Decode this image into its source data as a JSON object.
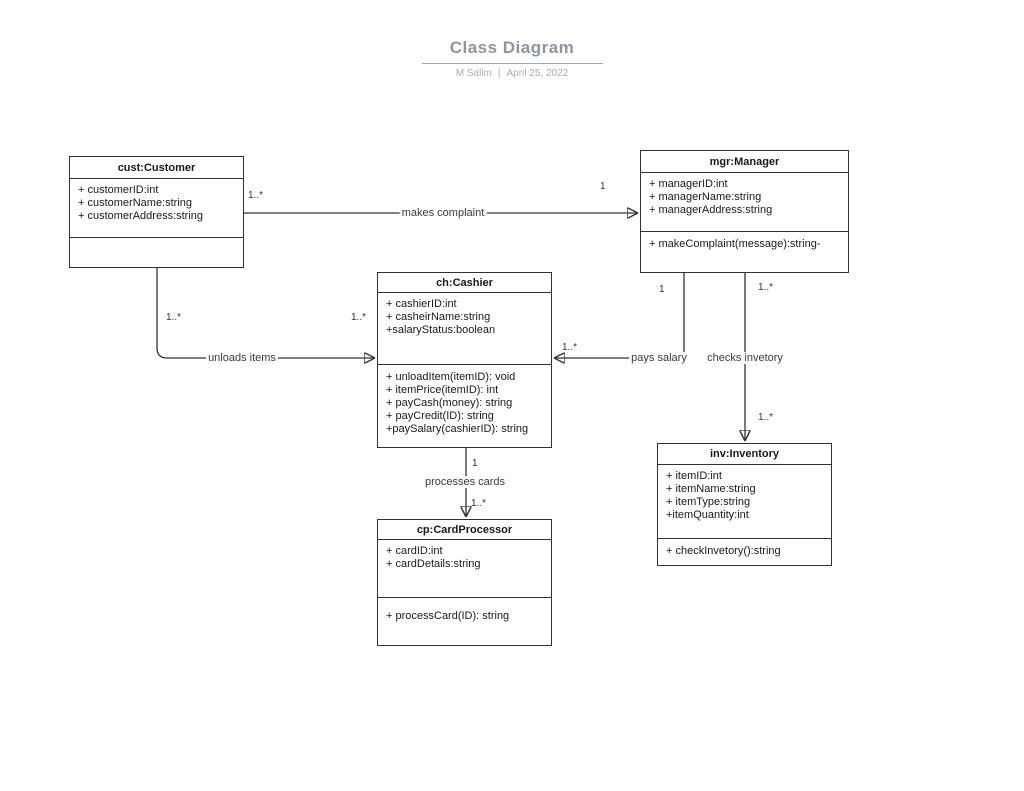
{
  "header": {
    "title": "Class Diagram",
    "subtitle": {
      "author": "M Salim",
      "separator": "|",
      "date": "April 25, 2022"
    }
  },
  "classes": {
    "customer": {
      "name": "cust:Customer",
      "attributes": [
        "+ customerID:int",
        "+ customerName:string",
        "+ customerAddress:string"
      ],
      "methods": []
    },
    "manager": {
      "name": "mgr:Manager",
      "attributes": [
        "+ managerID:int",
        "+ managerName:string",
        "+ managerAddress:string"
      ],
      "methods": [
        "+ makeComplaint(message):string-"
      ]
    },
    "cashier": {
      "name": "ch:Cashier",
      "attributes": [
        "+ cashierID:int",
        "+ casheirName:string",
        "+salaryStatus:boolean"
      ],
      "methods": [
        "+ unloadItem(itemID): void",
        "+ itemPrice(itemID): int",
        "+ payCash(money): string",
        "+ payCredit(ID): string",
        "+paySalary(cashierID): string"
      ]
    },
    "inventory": {
      "name": "inv:Inventory",
      "attributes": [
        "+ itemID:int",
        "+ itemName:string",
        "+ itemType:string",
        "+itemQuantity:int"
      ],
      "methods": [
        "+ checkInvetory():string"
      ]
    },
    "cardprocessor": {
      "name": "cp:CardProcessor",
      "attributes": [
        "+ cardID:int",
        "+ cardDetails:string"
      ],
      "methods": [
        "+ processCard(ID): string"
      ]
    }
  },
  "relations": {
    "makes_complaint": {
      "label": "makes complaint",
      "source_mult": "1..*",
      "target_mult": "1"
    },
    "unloads_items": {
      "label": "unloads items",
      "source_mult": "1..*",
      "target_mult": "1..*"
    },
    "pays_salary": {
      "label": "pays salary",
      "source_mult": "1",
      "target_mult": "1..*"
    },
    "checks_invetory": {
      "label": "checks invetory",
      "source_mult": "1..*",
      "target_mult": "1..*"
    },
    "processes_cards": {
      "label": "processes cards",
      "source_mult": "1",
      "target_mult": "1..*"
    }
  },
  "colors": {
    "background": "#ffffff",
    "box_border": "#333333",
    "connector": "#333333",
    "text": "#1a1a1a",
    "title": "#8d95a4",
    "subtitle": "#a7adb9"
  }
}
